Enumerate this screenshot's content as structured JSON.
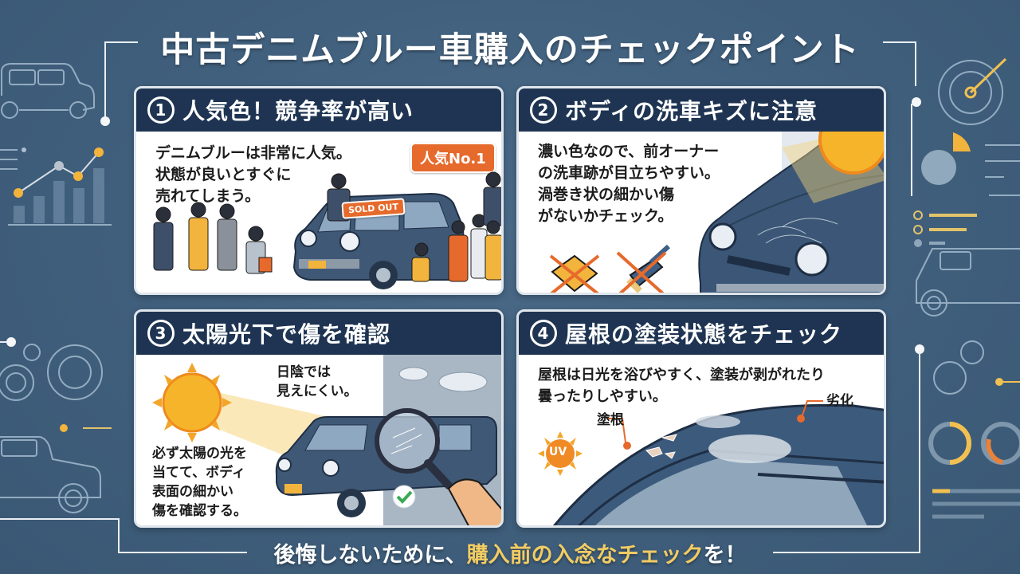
{
  "title": "中古デニムブルー車購入のチェックポイント",
  "colors": {
    "background": "#42627f",
    "header_bar": "#1e3452",
    "accent_orange": "#e66a2c",
    "accent_yellow": "#f2cc63",
    "panel_bg": "#ffffff"
  },
  "panels": [
    {
      "number": "1",
      "heading": "人気色！競争率が高い",
      "text": "デニムブルーは非常に人気。\n状態が良いとすぐに\n売れてしまう。",
      "badge": "人気No.1",
      "sign": "SOLD OUT",
      "illustration": "crowd-around-car"
    },
    {
      "number": "2",
      "heading": "ボディの洗車キズに注意",
      "text": "濃い色なので、前オーナー\nの洗車跡が目立ちやすい。\n渦巻き状の細かい傷\nがないかチェック。",
      "icons": [
        "sponge-crossed-icon",
        "brush-crossed-icon"
      ],
      "illustration": "car-hood-with-sun"
    },
    {
      "number": "3",
      "heading": "太陽光下で傷を確認",
      "shade_text": "日陰では\n見えにくい。",
      "text": "必ず太陽の光を\n当てて、ボディ\n表面の細かい\n傷を確認する。",
      "illustration": "magnifier-on-car"
    },
    {
      "number": "4",
      "heading": "屋根の塗装状態をチェック",
      "text": "屋根は日光を浴びやすく、塗装が剥がれたり\n曇ったりしやすい。",
      "label_left": "塗根",
      "label_right": "劣化",
      "uv_label": "UV",
      "illustration": "car-roof-damage"
    }
  ],
  "footer": {
    "prefix": "後悔しないために、",
    "highlight": "購入前の入念なチェック",
    "suffix": "を！"
  }
}
